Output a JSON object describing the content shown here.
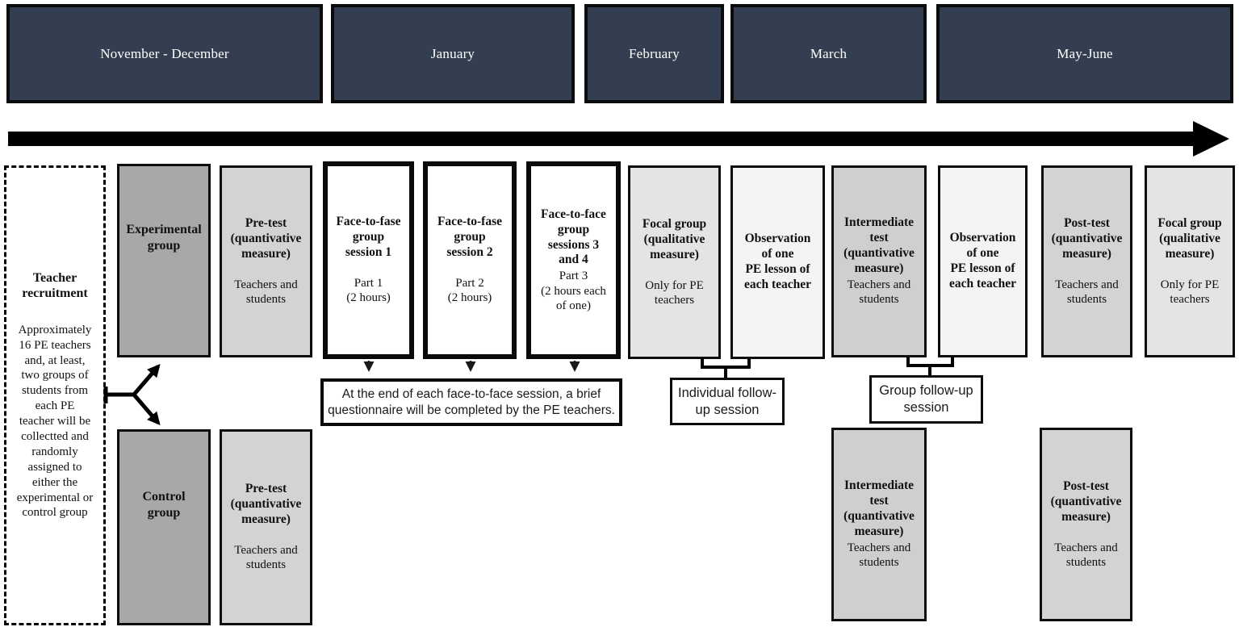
{
  "months": [
    "November - December",
    "January",
    "February",
    "March",
    "May-June"
  ],
  "recruitment": {
    "title": "Teacher\nrecruitment",
    "body": "Approximately\n16 PE teachers\nand, at least,\ntwo groups of\nstudents from\neach PE\nteacher will be\ncollectted and\nrandomly\nassigned to\neither the\nexperimental or\ncontrol group"
  },
  "top_row": {
    "experimental": "Experimental\ngroup",
    "pre_test": {
      "title": "Pre-test\n(quantivative\nmeasure)",
      "body": "Teachers and\nstudents"
    },
    "session1": {
      "title": "Face-to-fase\ngroup\nsession 1",
      "body": "Part 1\n(2 hours)"
    },
    "session2": {
      "title": "Face-to-fase\ngroup\nsession 2",
      "body": "Part 2\n(2 hours)"
    },
    "session34": {
      "title": "Face-to-face\ngroup\nsessions 3\nand 4",
      "body": "Part 3\n(2 hours each\nof one)"
    },
    "focal_group": {
      "title": "Focal group\n(qualitative\nmeasure)",
      "body": "Only for PE\nteachers"
    },
    "observation1": {
      "title": "Observation\nof one\nPE lesson of\neach teacher"
    },
    "intermediate_test": {
      "title": "Intermediate\ntest\n(quantivative\nmeasure)",
      "body": "Teachers and\nstudents"
    },
    "observation2": {
      "title": "Observation\nof one\nPE lesson of\neach teacher"
    },
    "post_test": {
      "title": "Post-test\n(quantivative\nmeasure)",
      "body": "Teachers and\nstudents"
    },
    "focal_group2": {
      "title": "Focal group\n(qualitative\nmeasure)",
      "body": "Only for PE\nteachers"
    }
  },
  "bottom_row": {
    "control": "Control\ngroup",
    "pre_test": {
      "title": "Pre-test\n(quantivative\nmeasure)",
      "body": "Teachers and\nstudents"
    },
    "intermediate_test": {
      "title": "Intermediate\ntest\n(quantivative\nmeasure)",
      "body": "Teachers and\nstudents"
    },
    "post_test": {
      "title": "Post-test\n(quantivative\nmeasure)",
      "body": "Teachers and\nstudents"
    }
  },
  "annotations": {
    "questionnaire_note": "At the end of each face-to-face session, a brief\nquestionnaire will be completed by the PE teachers.",
    "individual_followup": "Individual follow-\nup session",
    "group_followup": "Group follow-up\nsession"
  },
  "colors": {
    "month_header_bg": "#333f50",
    "month_header_text": "#ffffff",
    "group_box_fill": "#a8a8a8",
    "test_box_fill": "#d3d3d3",
    "intermediate_box_fill": "#cfcfcf",
    "focal_box_fill": "#e4e4e4",
    "observation_box_fill": "#f4f4f4",
    "session_box_fill": "#ffffff",
    "border_color": "#0a0a0a"
  }
}
